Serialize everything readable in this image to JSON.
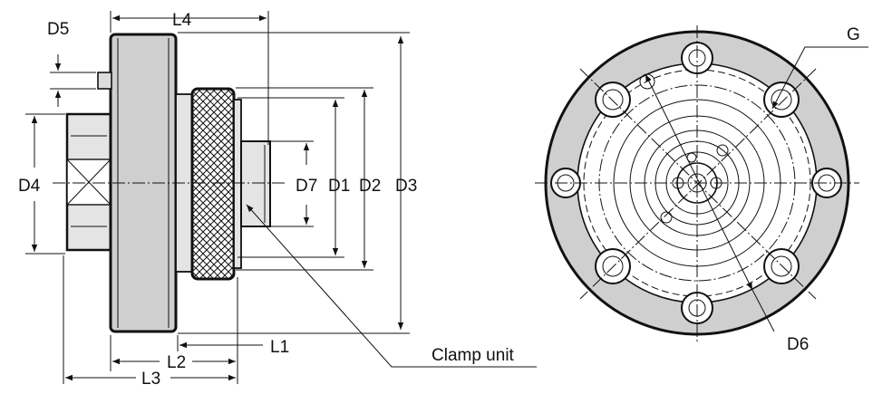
{
  "colors": {
    "ink": "#111111",
    "part_fill": "#dddddd",
    "flange_fill": "#cccccc",
    "paper": "#ffffff"
  },
  "labels": {
    "d5": "D5",
    "l4": "L4",
    "d4": "D4",
    "d7": "D7",
    "d1": "D1",
    "d2": "D2",
    "d3": "D3",
    "l1": "L1",
    "l2": "L2",
    "l3": "L3",
    "clamp_unit": "Clamp unit",
    "g": "G",
    "d6": "D6"
  }
}
